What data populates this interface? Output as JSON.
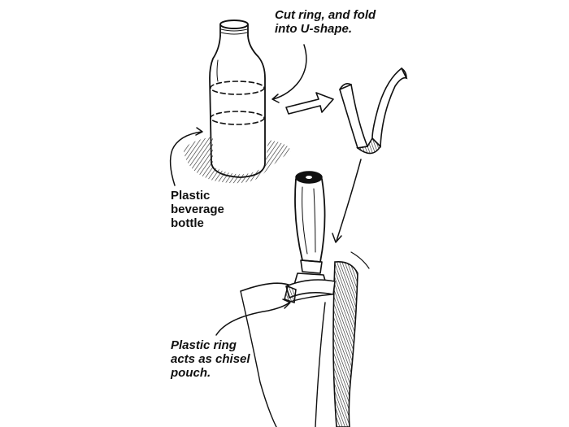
{
  "labels": {
    "cut_ring": [
      "Cut ring, and fold",
      "into U-shape."
    ],
    "bottle": [
      "Plastic",
      "beverage",
      "bottle"
    ],
    "pouch": [
      "Plastic ring",
      "acts as chisel",
      "pouch."
    ]
  },
  "colors": {
    "ink": "#111111",
    "paper": "#ffffff",
    "hatch": "#333333"
  }
}
